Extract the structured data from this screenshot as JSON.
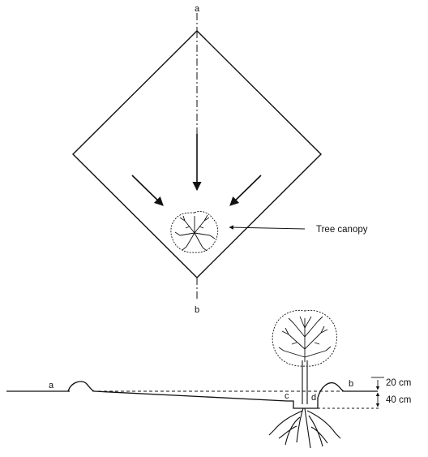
{
  "labels": {
    "a_top": "a",
    "b_bottom": "b",
    "a_section": "a",
    "b_section": "b",
    "c_section": "c",
    "d_section": "d"
  },
  "annotations": {
    "tree_canopy": "Tree canopy"
  },
  "dimensions": {
    "upper": "20 cm",
    "lower": "40 cm"
  },
  "colors": {
    "ink": "#111111",
    "background": "#ffffff"
  }
}
